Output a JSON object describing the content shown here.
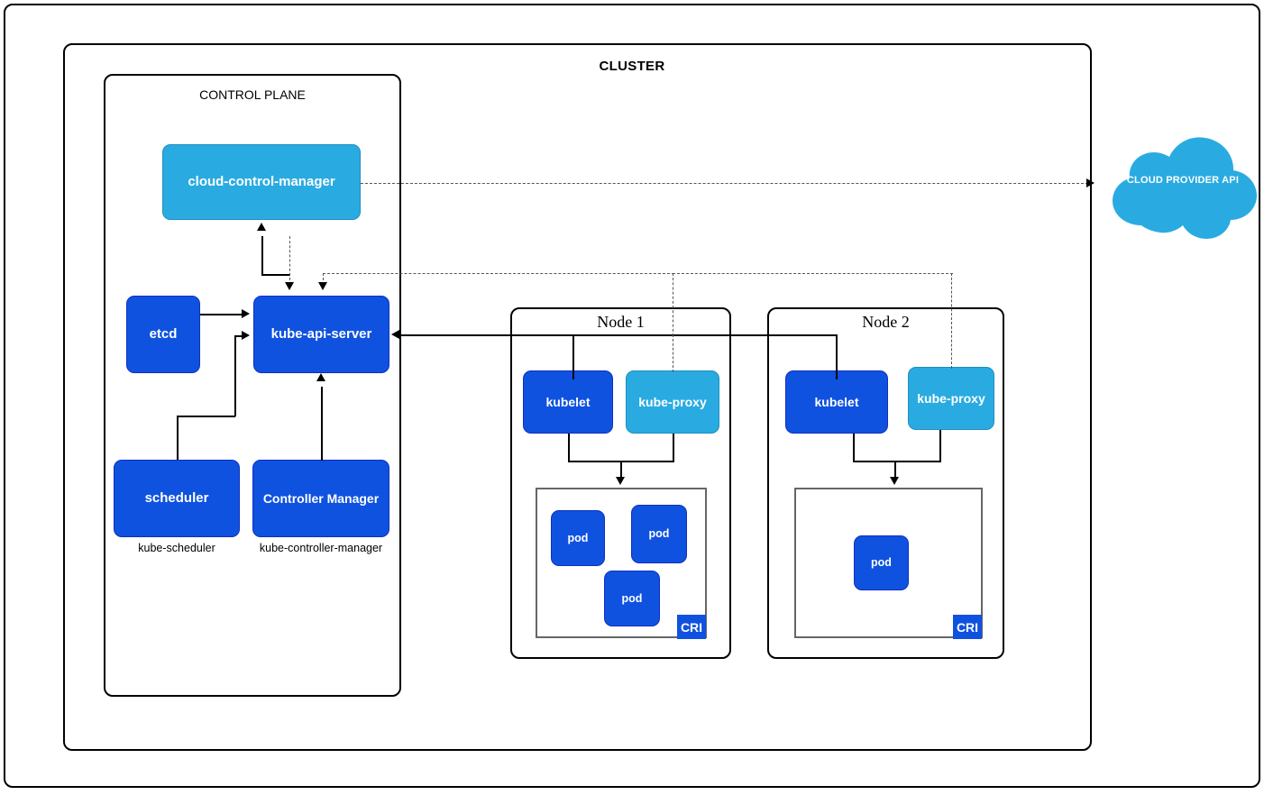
{
  "diagram": {
    "cluster_title": "CLUSTER",
    "control_plane_title": "CONTROL PLANE",
    "control_plane": {
      "cloud_control_manager": "cloud-control-manager",
      "etcd": "etcd",
      "kube_api_server": "kube-api-server",
      "scheduler": "scheduler",
      "scheduler_caption": "kube-scheduler",
      "controller_manager": "Controller Manager",
      "controller_manager_caption": "kube-controller-manager"
    },
    "nodes": [
      {
        "title": "Node 1",
        "kubelet": "kubelet",
        "kube_proxy": "kube-proxy",
        "cri_label": "CRI",
        "pods": [
          "pod",
          "pod",
          "pod"
        ]
      },
      {
        "title": "Node 2",
        "kubelet": "kubelet",
        "kube_proxy": "kube-proxy",
        "cri_label": "CRI",
        "pods": [
          "pod"
        ]
      }
    ],
    "cloud_provider": {
      "label": "CLOUD PROVIDER API"
    },
    "colors": {
      "dark_blue": "#0f52e0",
      "light_blue": "#29abe2",
      "border_black": "#000000",
      "cri_border_gray": "#666666"
    }
  }
}
